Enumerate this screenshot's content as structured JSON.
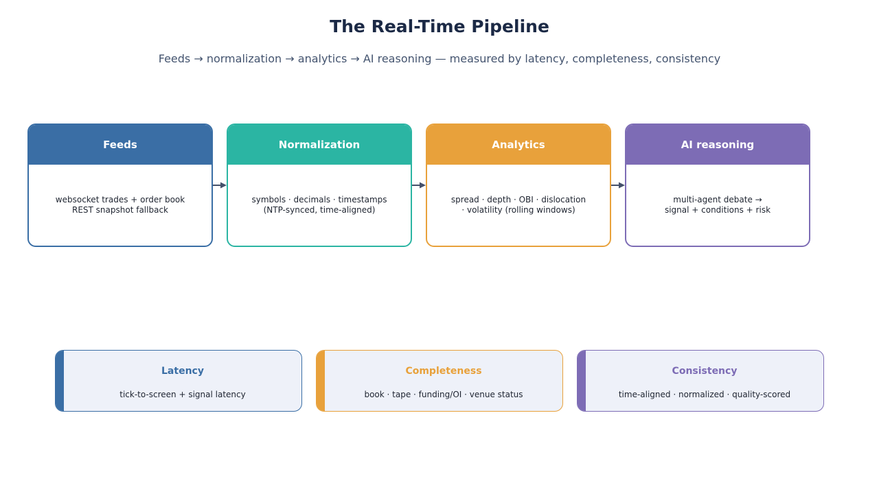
{
  "title": "The Real-Time Pipeline",
  "subtitle": "Feeds → normalization → analytics → AI reasoning — measured by latency, completeness, consistency",
  "stages": [
    {
      "name": "Feeds",
      "lines": [
        "websocket trades + order book",
        "REST snapshot fallback"
      ],
      "color": "#3a6ea5"
    },
    {
      "name": "Normalization",
      "lines": [
        "symbols · decimals · timestamps",
        "(NTP-synced, time-aligned)"
      ],
      "color": "#2bb5a3"
    },
    {
      "name": "Analytics",
      "lines": [
        "spread · depth · OBI · dislocation",
        "· volatility (rolling windows)"
      ],
      "color": "#e8a13b"
    },
    {
      "name": "AI reasoning",
      "lines": [
        "multi-agent debate →",
        "signal + conditions + risk"
      ],
      "color": "#7d6cb5"
    }
  ],
  "metrics": [
    {
      "name": "Latency",
      "desc": "tick-to-screen + signal latency",
      "color": "#3a6ea5"
    },
    {
      "name": "Completeness",
      "desc": "book · tape · funding/OI · venue status",
      "color": "#e8a13b"
    },
    {
      "name": "Consistency",
      "desc": "time-aligned · normalized · quality-scored",
      "color": "#7d6cb5"
    }
  ],
  "arrow_color": "#44506a"
}
